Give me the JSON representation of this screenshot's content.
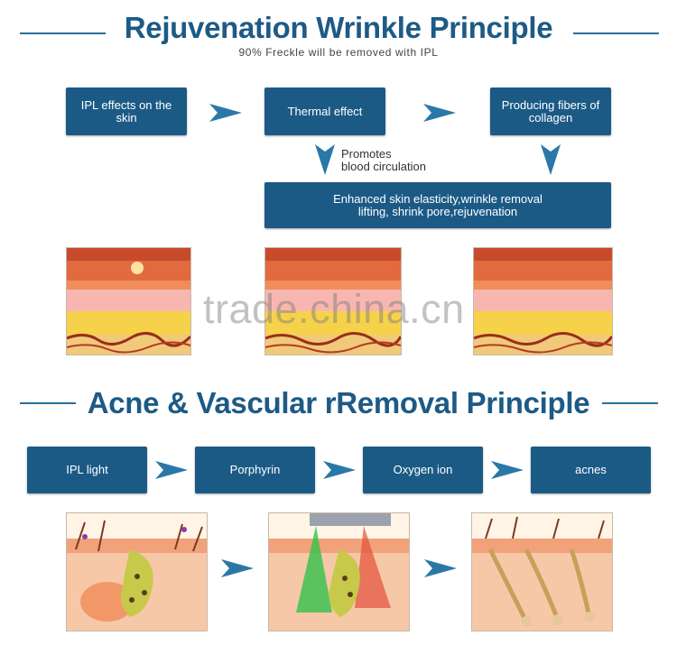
{
  "section1": {
    "title": "Rejuvenation Wrinkle Principle",
    "subtitle": "90% Freckle will be removed with IPL",
    "boxes": {
      "ipl_effects": "IPL effects on the skin",
      "thermal": "Thermal effect",
      "collagen": "Producing fibers of collagen",
      "result_line1": "Enhanced skin elasticity,wrinkle removal",
      "result_line2": "lifting, shrink pore,rejuvenation"
    },
    "note_line1": "Promotes",
    "note_line2": "blood circulation"
  },
  "watermark": "trade.china.cn",
  "section2": {
    "title": "Acne & Vascular rRemoval Principle",
    "boxes": [
      "IPL light",
      "Porphyrin",
      "Oxygen ion",
      "acnes"
    ]
  },
  "colors": {
    "box": "#1c5a86",
    "title": "#1d5a86",
    "arrow": "#2a78a8"
  }
}
